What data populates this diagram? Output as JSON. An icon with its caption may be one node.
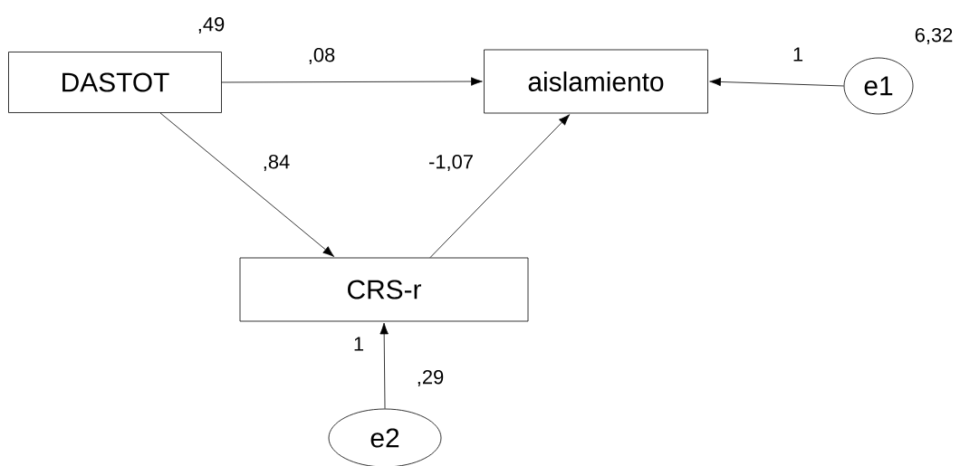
{
  "diagram": {
    "nodes": [
      {
        "text": [
          "DASTOT"
        ],
        "beside": [
          ",49"
        ]
      },
      {
        "text": [
          "aislamiento"
        ]
      },
      {
        "text": [
          "e1"
        ],
        "beside": [
          "6,32"
        ]
      },
      {
        "text": [
          "CRS-r"
        ]
      },
      {
        "text": [
          "e2"
        ],
        "beside": [
          ",29"
        ]
      }
    ],
    "edges": [
      {
        "from": 0,
        "to": 1,
        "arrow": "to",
        "label": ",08"
      },
      {
        "from": 2,
        "to": 1,
        "arrow": "to",
        "label": "1"
      },
      {
        "from": 0,
        "to": 3,
        "arrow": "to",
        "label": ",84"
      },
      {
        "from": 3,
        "to": 1,
        "arrow": "to",
        "label": "-1,07"
      },
      {
        "from": 4,
        "to": 3,
        "arrow": "to",
        "label": "1"
      }
    ]
  }
}
